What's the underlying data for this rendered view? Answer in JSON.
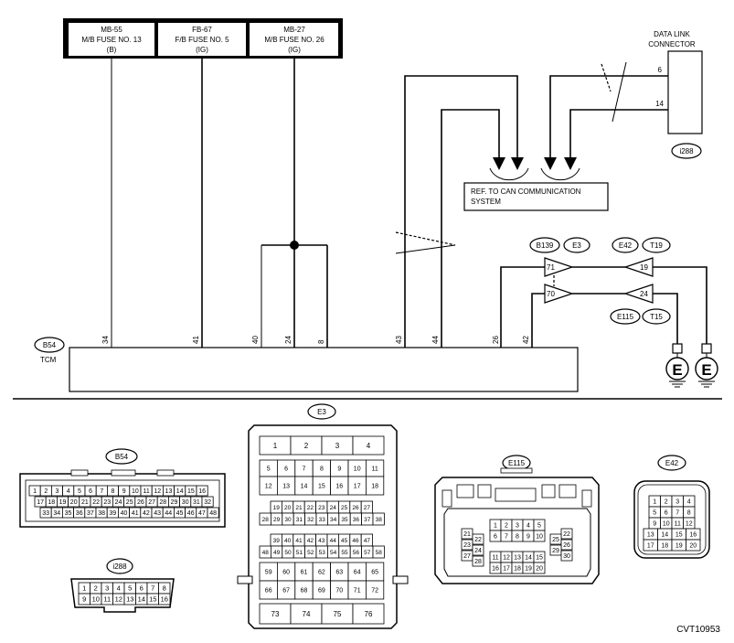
{
  "fuses": [
    {
      "name": "MB-55",
      "label": "M/B FUSE NO. 13",
      "type": "(B)"
    },
    {
      "name": "FB-67",
      "label": "F/B FUSE NO. 5",
      "type": "(IG)"
    },
    {
      "name": "MB-27",
      "label": "M/B FUSE NO. 26",
      "type": "(IG)"
    }
  ],
  "dlc": {
    "title1": "DATA LINK",
    "title2": "CONNECTOR",
    "pin_a": "6",
    "pin_b": "14",
    "connector_id": "i288"
  },
  "can_ref": {
    "line1": "REF. TO CAN COMMUNICATION",
    "line2": "SYSTEM"
  },
  "tcm": {
    "connector_id": "B54",
    "label": "TCM",
    "pins": [
      "34",
      "41",
      "40",
      "24",
      "8",
      "43",
      "44",
      "26",
      "42"
    ]
  },
  "joint": {
    "conn_a": "B139",
    "conn_b": "E3",
    "conn_c": "E42",
    "conn_d": "T19",
    "conn_e": "E115",
    "conn_f": "T15",
    "pin_71": "71",
    "pin_70": "70",
    "pin_19": "19",
    "pin_24": "24"
  },
  "ground": {
    "symbol": "E"
  },
  "connectors": {
    "e3_label": "E3",
    "e3_rows": [
      [
        "1",
        "2",
        "3",
        "4"
      ],
      [
        "5",
        "6",
        "7",
        "8",
        "9",
        "10",
        "11"
      ],
      [
        "12",
        "13",
        "14",
        "15",
        "16",
        "17",
        "18"
      ],
      [
        "19",
        "20",
        "21",
        "22",
        "23",
        "24",
        "25",
        "26",
        "27"
      ],
      [
        "28",
        "29",
        "30",
        "31",
        "32",
        "33",
        "34",
        "35",
        "36",
        "37",
        "38"
      ],
      [
        "39",
        "40",
        "41",
        "42",
        "43",
        "44",
        "45",
        "46",
        "47"
      ],
      [
        "48",
        "49",
        "50",
        "51",
        "52",
        "53",
        "54",
        "55",
        "56",
        "57",
        "58"
      ],
      [
        "59",
        "60",
        "61",
        "62",
        "63",
        "64",
        "65"
      ],
      [
        "66",
        "67",
        "68",
        "69",
        "70",
        "71",
        "72"
      ],
      [
        "73",
        "74",
        "75",
        "76"
      ]
    ],
    "b54_label": "B54",
    "b54_rows": [
      [
        "1",
        "2",
        "3",
        "4",
        "5",
        "6",
        "7",
        "8",
        "9",
        "10",
        "11",
        "12",
        "13",
        "14",
        "15",
        "16"
      ],
      [
        "17",
        "18",
        "19",
        "20",
        "21",
        "22",
        "23",
        "24",
        "25",
        "26",
        "27",
        "28",
        "29",
        "30",
        "31",
        "32"
      ],
      [
        "33",
        "34",
        "35",
        "36",
        "37",
        "38",
        "39",
        "40",
        "41",
        "42",
        "43",
        "44",
        "45",
        "46",
        "47",
        "48"
      ]
    ],
    "i288_label": "i288",
    "i288_rows": [
      [
        "1",
        "2",
        "3",
        "4",
        "5",
        "6",
        "7",
        "8"
      ],
      [
        "9",
        "10",
        "11",
        "12",
        "13",
        "14",
        "15",
        "16"
      ]
    ],
    "e115_label": "E115",
    "e115_center_rows": [
      [
        "1",
        "2",
        "3",
        "4",
        "5"
      ],
      [
        "6",
        "7",
        "8",
        "9",
        "10"
      ],
      [
        "11",
        "12",
        "13",
        "14",
        "15"
      ],
      [
        "16",
        "17",
        "18",
        "19",
        "20"
      ]
    ],
    "e115_left": [
      "21",
      "22",
      "23",
      "24",
      "27",
      "28"
    ],
    "e115_right": [
      "22",
      "25",
      "26",
      "29",
      "30"
    ],
    "e42_label": "E42",
    "e42_rows": [
      [
        "1",
        "2",
        "3",
        "4"
      ],
      [
        "5",
        "6",
        "7",
        "8"
      ],
      [
        "9",
        "10",
        "11",
        "12"
      ],
      [
        "13",
        "14",
        "15",
        "16"
      ],
      [
        "17",
        "18",
        "19",
        "20"
      ]
    ]
  },
  "figure_code": "CVT10953"
}
